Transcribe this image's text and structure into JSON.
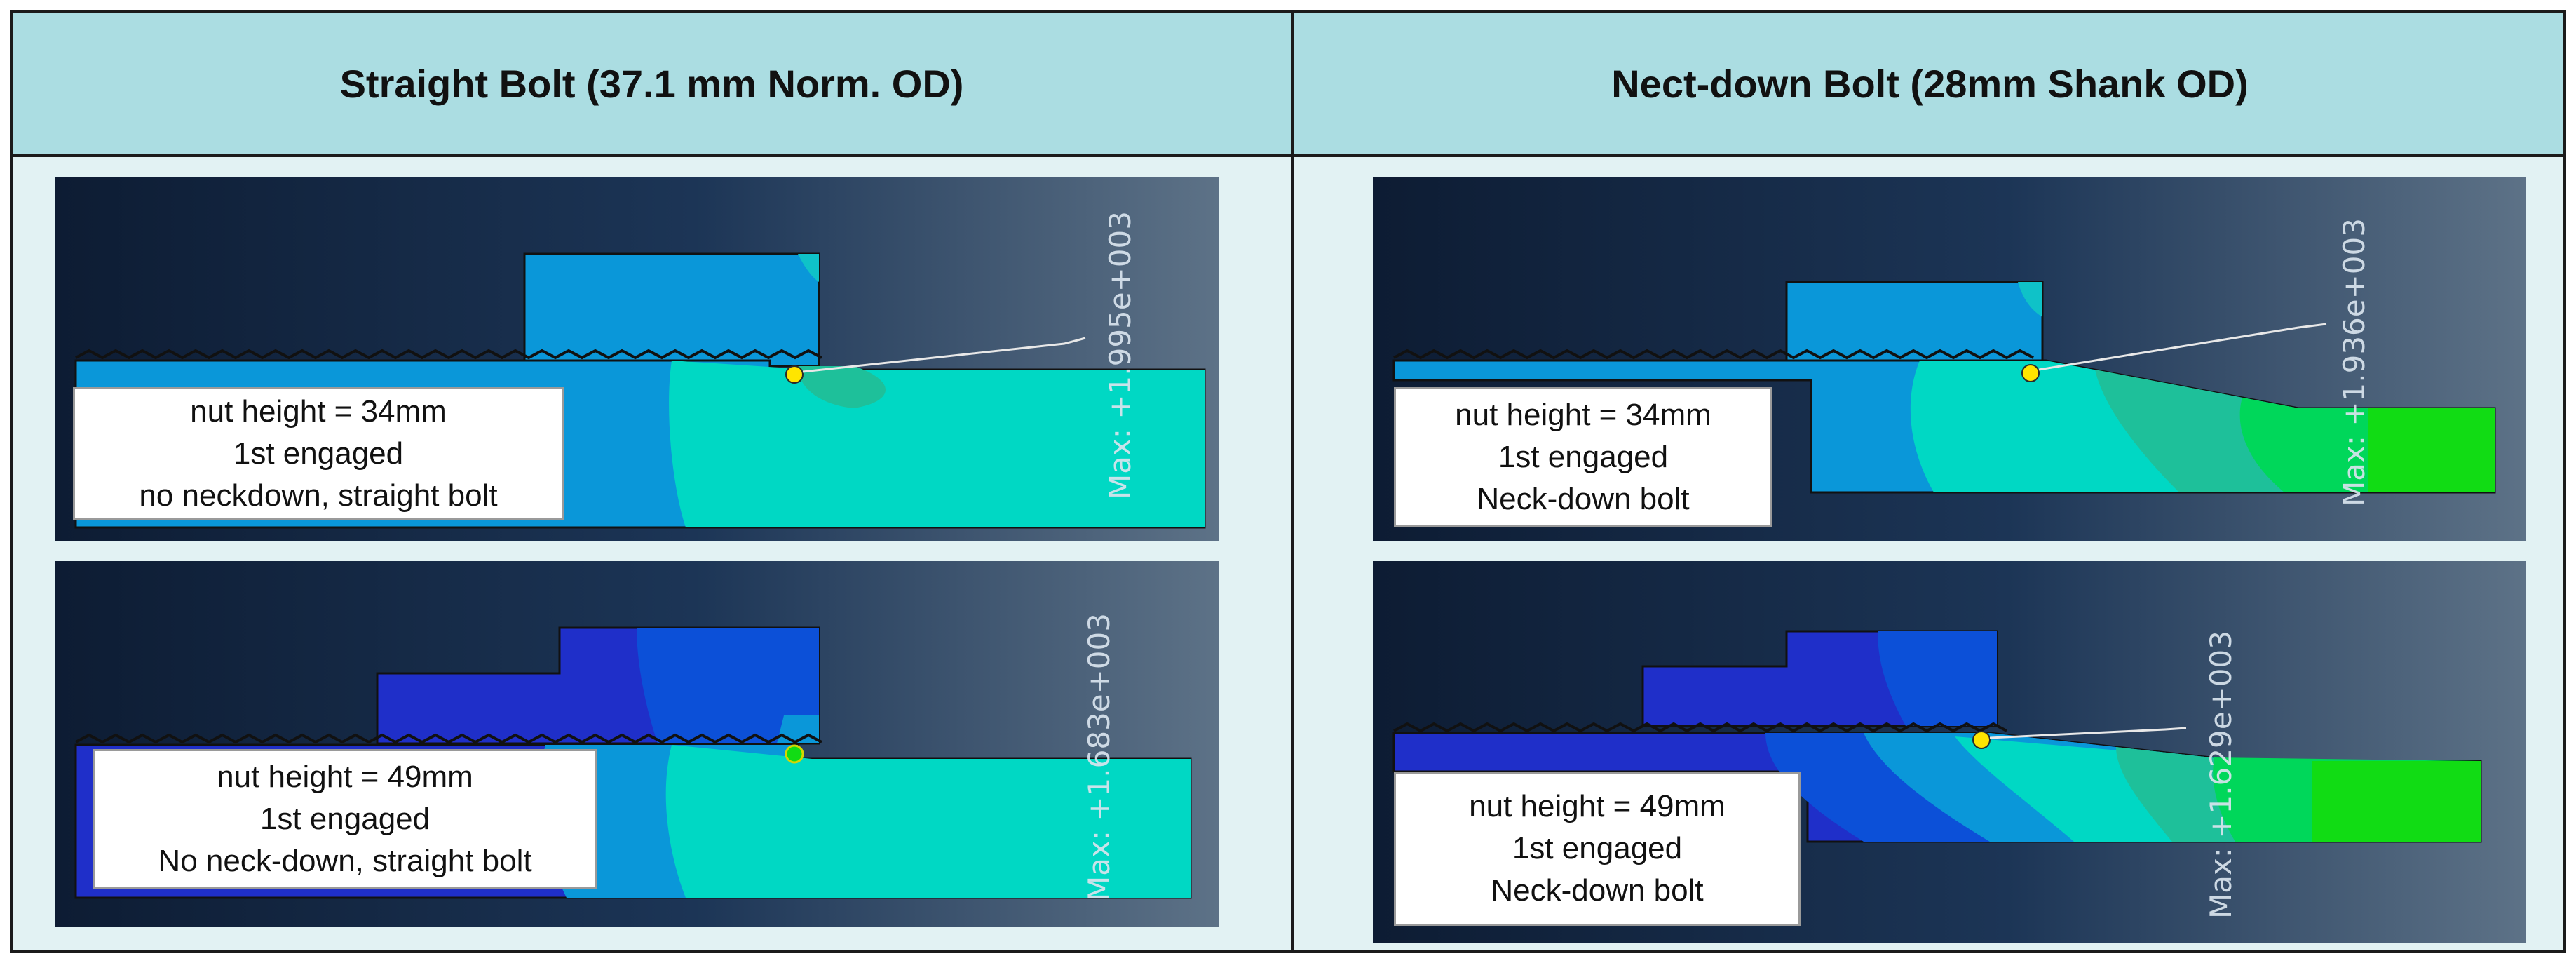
{
  "columns": [
    {
      "title": "Straight Bolt (37.1 mm Norm. OD)"
    },
    {
      "title": "Nect-down Bolt (28mm Shank OD)"
    }
  ],
  "panels": [
    {
      "lines": [
        "nut height = 34mm",
        "1st engaged",
        "no neckdown, straight bolt"
      ],
      "max_label": "Max: +1.995e+003"
    },
    {
      "lines": [
        "nut height = 49mm",
        "1st engaged",
        "No neck-down, straight bolt"
      ],
      "max_label": "Max: +1.683e+003"
    },
    {
      "lines": [
        "nut height = 34mm",
        "1st engaged",
        "Neck-down bolt"
      ],
      "max_label": "Max: +1.936e+003"
    },
    {
      "lines": [
        "nut height = 49mm",
        "1st engaged",
        "Neck-down bolt"
      ],
      "max_label": "Max: +1.629e+003"
    }
  ],
  "colors": {
    "bg_dark": "#0d1c33",
    "bg_light": "#5d7287",
    "blue_dark": "#1f2fc9",
    "blue_mid": "#0c50d8",
    "blue": "#0a97d9",
    "cyan": "#00d8c4",
    "teal": "#1ec09a",
    "green": "#00d75a",
    "green_bright": "#11dc14"
  }
}
